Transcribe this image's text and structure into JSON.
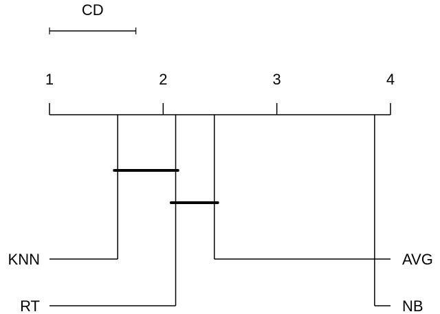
{
  "chart_data": {
    "type": "critical-difference",
    "title": "",
    "cd_label": "CD",
    "cd_value": 0.76,
    "axis": {
      "min": 1,
      "max": 4,
      "ticks": [
        1,
        2,
        3,
        4
      ],
      "tick_labels": [
        "1",
        "2",
        "3",
        "4"
      ]
    },
    "methods": [
      {
        "name": "KNN",
        "rank": 1.6,
        "side": "left"
      },
      {
        "name": "RT",
        "rank": 2.11,
        "side": "left"
      },
      {
        "name": "AVG",
        "rank": 2.45,
        "side": "right"
      },
      {
        "name": "NB",
        "rank": 3.86,
        "side": "right"
      }
    ],
    "cliques": [
      {
        "members": [
          "KNN",
          "RT"
        ],
        "from": 1.57,
        "to": 2.13
      },
      {
        "members": [
          "RT",
          "AVG"
        ],
        "from": 2.07,
        "to": 2.48
      }
    ],
    "colors": {
      "line": "#000000",
      "background": "#ffffff"
    }
  }
}
